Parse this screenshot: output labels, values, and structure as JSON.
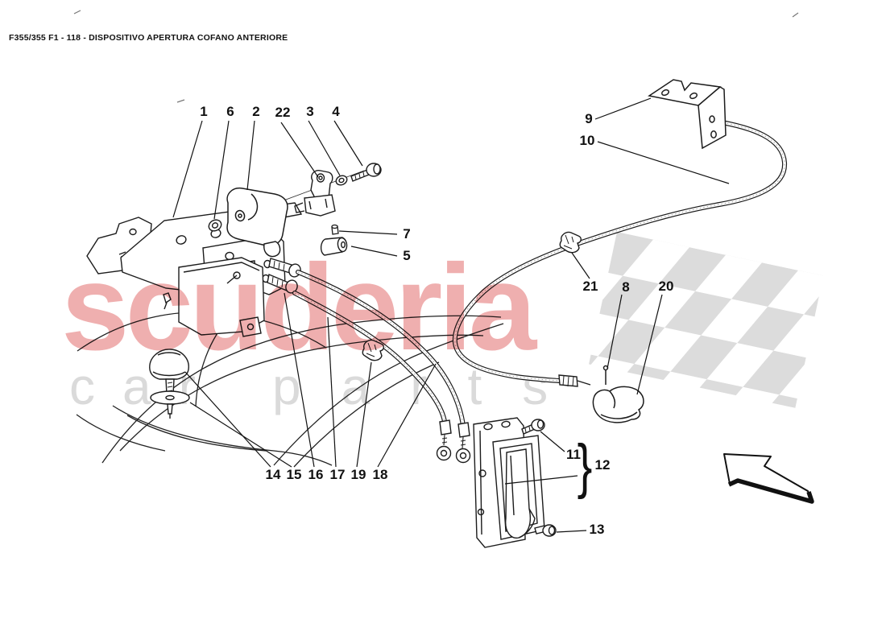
{
  "header": {
    "title": "F355/355 F1 - 118 - DISPOSITIVO APERTURA COFANO ANTERIORE"
  },
  "watermark": {
    "brand": "scuderia",
    "word_left": "car",
    "word_right": "parts",
    "brand_color": "#e06060",
    "letters_color": "#dadada",
    "flag_color": "#dcdcdc"
  },
  "callouts": {
    "n1": "1",
    "n2": "2",
    "n3": "3",
    "n4": "4",
    "n5": "5",
    "n6": "6",
    "n7": "7",
    "n8": "8",
    "n9": "9",
    "n10": "10",
    "n11": "11",
    "n12": "12",
    "n13": "13",
    "n14": "14",
    "n15": "15",
    "n16": "16",
    "n17": "17",
    "n18": "18",
    "n19": "19",
    "n20": "20",
    "n21": "21",
    "n22": "22",
    "brace": "}"
  }
}
